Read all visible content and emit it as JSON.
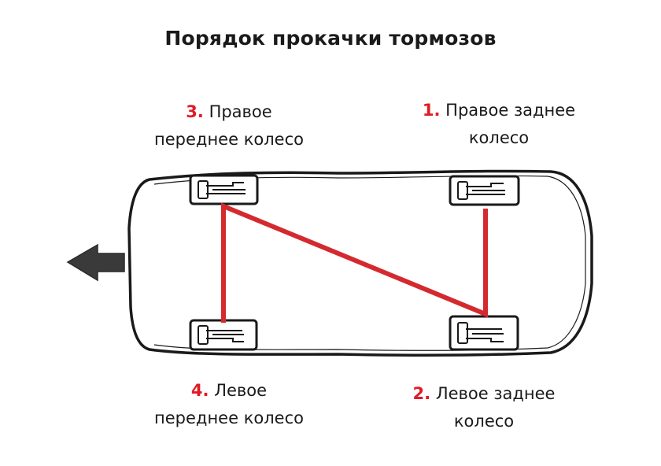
{
  "title": "Порядок прокачки тормозов",
  "colors": {
    "accent": "#e01b24",
    "outline": "#1a1a1a",
    "bleed_path": "#d42a2f"
  },
  "icons": {
    "direction": "arrow-left-icon",
    "wheel": "wheel-hub-icon"
  },
  "wheels": [
    {
      "id": "rear-right",
      "order": "1.",
      "line1": "Правое заднее",
      "line2": "колесо"
    },
    {
      "id": "rear-left",
      "order": "2.",
      "line1": "Левое заднее",
      "line2": "колесо"
    },
    {
      "id": "front-right",
      "order": "3.",
      "line1": "Правое",
      "line2": "переднее колесо"
    },
    {
      "id": "front-left",
      "order": "4.",
      "line1": "Левое",
      "line2": "переднее колесо"
    }
  ]
}
